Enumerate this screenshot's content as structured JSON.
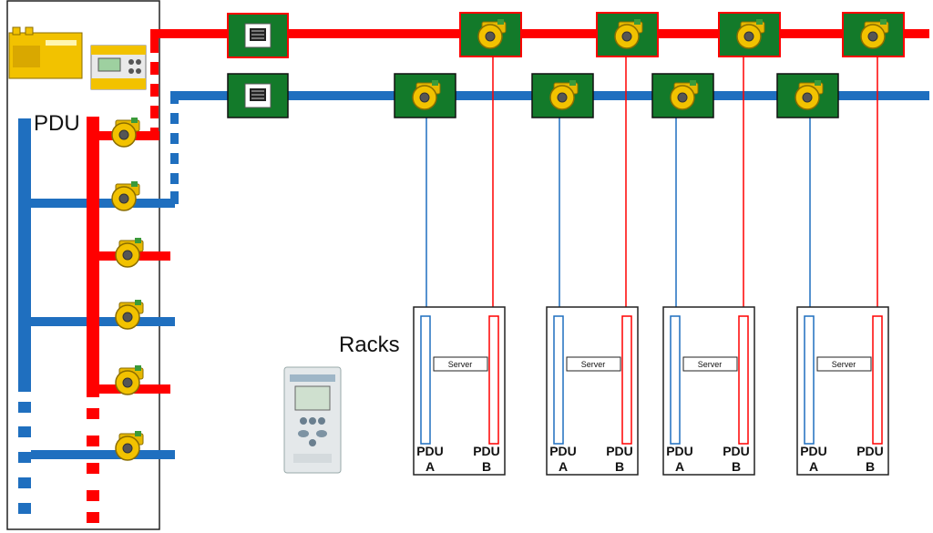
{
  "labels": {
    "pdu_panel": "PDU",
    "racks": "Racks"
  },
  "rack": {
    "server": "Server",
    "pdu": "PDU",
    "feed_a": "A",
    "feed_b": "B"
  },
  "rack_count": 4,
  "colors": {
    "feed_red": "#ff0000",
    "feed_blue": "#1f6fbf",
    "module_green": "#137a2a",
    "sensor_yellow": "#f2c200"
  },
  "icons": {
    "meter": "power-meter-icon",
    "sensor": "current-sensor-icon",
    "monitor_device": "monitoring-device-icon",
    "display_panel": "display-panel-icon"
  }
}
